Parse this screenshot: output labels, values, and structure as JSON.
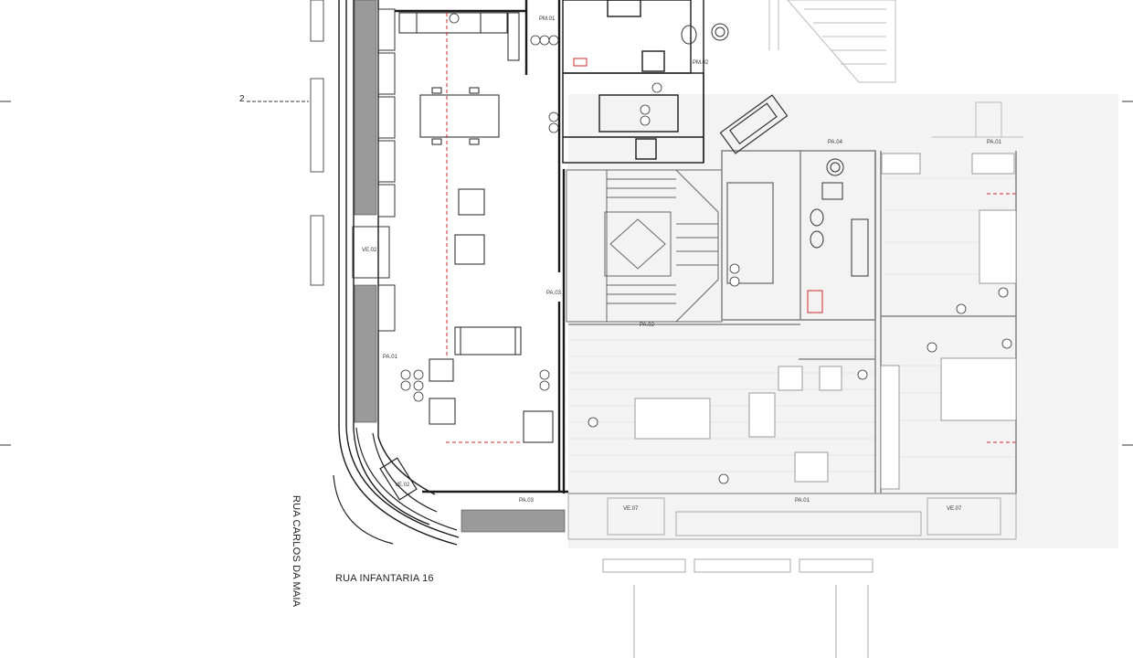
{
  "drawing": {
    "streets": {
      "vertical": "RUA CARLOS DA MAIA",
      "horizontal": "RUA INFANTARIA 16"
    },
    "level_marker": "2",
    "tags": {
      "pa01": "PA.01",
      "pa02": "PA.02",
      "pa03": "PA.03",
      "pa04": "PA.04",
      "ve02": "VE.02",
      "ve07": "VE.07",
      "pm01": "PM.01",
      "pm02": "PM.02"
    }
  },
  "colors": {
    "line": "#1a1a1a",
    "faded": "#b5b5b5",
    "red": "#d22828",
    "overlay": "#f4f4f4"
  }
}
